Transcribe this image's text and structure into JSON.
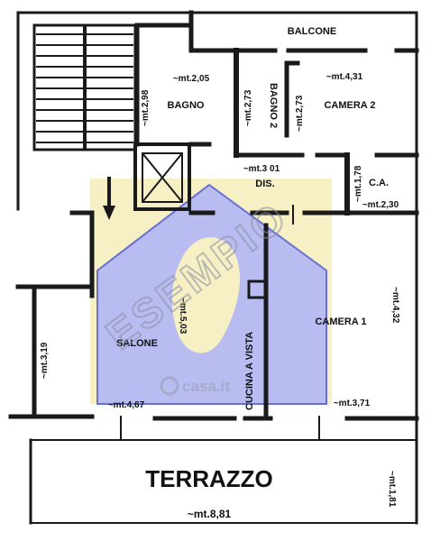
{
  "rooms": {
    "balcone": "BALCONE",
    "bagno": "BAGNO",
    "bagno2": "BAGNO 2",
    "camera2": "CAMERA 2",
    "dis": "DIS.",
    "ca": "C.A.",
    "camera1": "CAMERA 1",
    "salone": "SALONE",
    "cucina": "CUCINA A VISTA",
    "terrazzo": "TERRAZZO"
  },
  "dimensions": {
    "bagno_w": "~mt.2,05",
    "bagno_h": "~mt.2,98",
    "bagno2_h1": "~mt.2,73",
    "bagno2_h2": "~mt.2,73",
    "camera2_w": "~mt.4,31",
    "dis_w": "~mt.3 01",
    "ca_h": "~mt.1,78",
    "ca_w": "~mt.2,30",
    "camera1_h": "~mt.4,32",
    "camera1_w": "~mt.3,71",
    "salone_h": "~mt.5,03",
    "salone_left_h": "~mt.3,19",
    "salone_w": "~mt.4,67",
    "terrazzo_h": "~mt.1,81",
    "terrazzo_w": "~mt.8,81"
  },
  "watermark": {
    "text": "ESEMPIO",
    "brand": "casa.it"
  },
  "colors": {
    "wall": "#1a1a1a",
    "house_blue": "#b9bcf0",
    "house_yellow": "#f7f0c4",
    "house_outline": "#6670d6",
    "watermark_gray": "#9aa0b0"
  }
}
